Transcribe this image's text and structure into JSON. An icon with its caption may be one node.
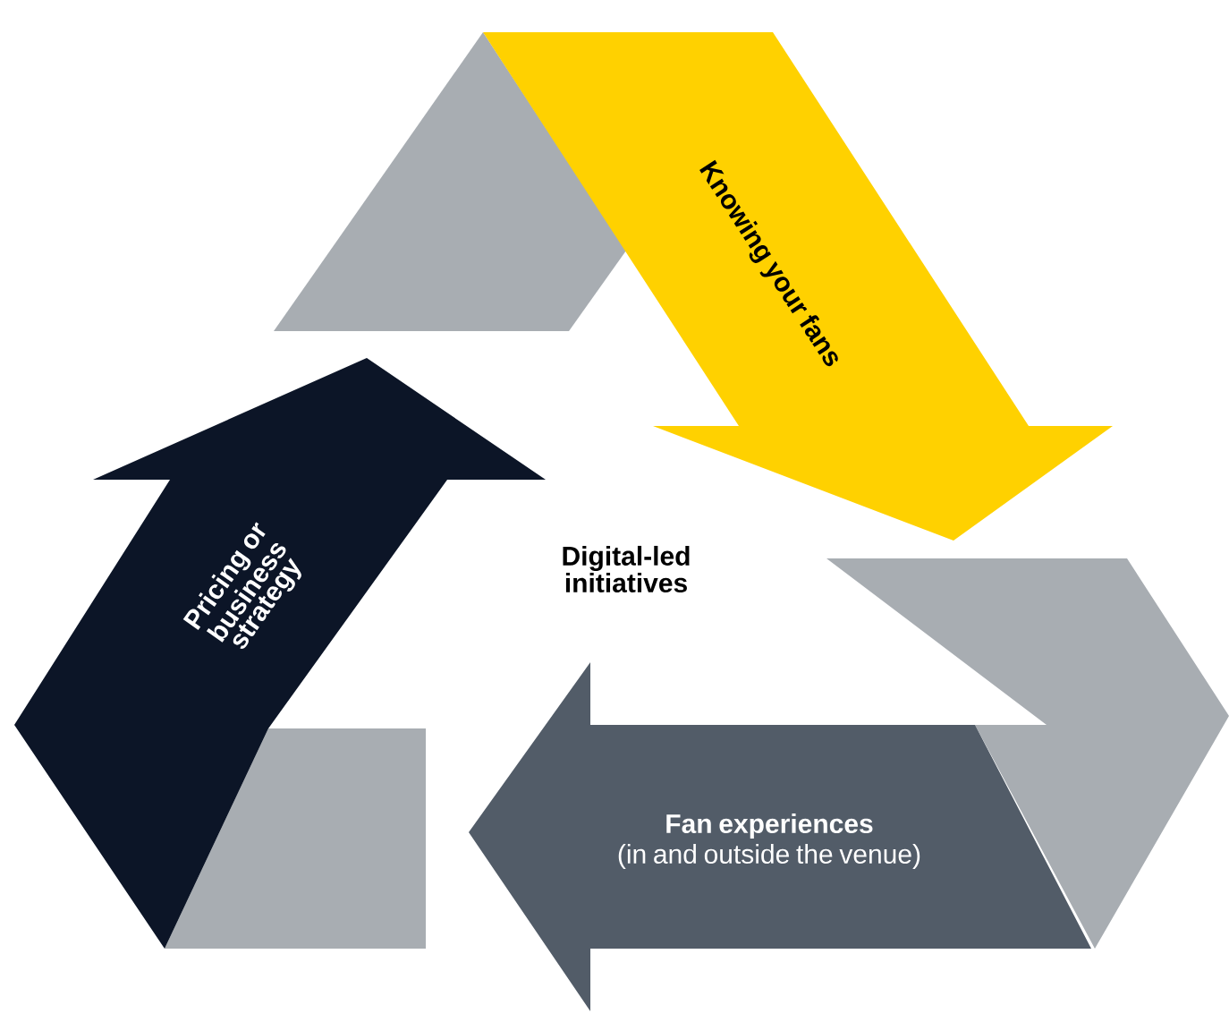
{
  "diagram": {
    "nodes": [
      {
        "text": [
          "Digital-led initiatives"
        ]
      },
      {
        "text": [
          "Knowing your fans"
        ]
      },
      {
        "text": [
          "Fan experiences",
          "(in and outside the venue)"
        ]
      },
      {
        "text": [
          "Pricing or business strategy"
        ]
      }
    ]
  }
}
